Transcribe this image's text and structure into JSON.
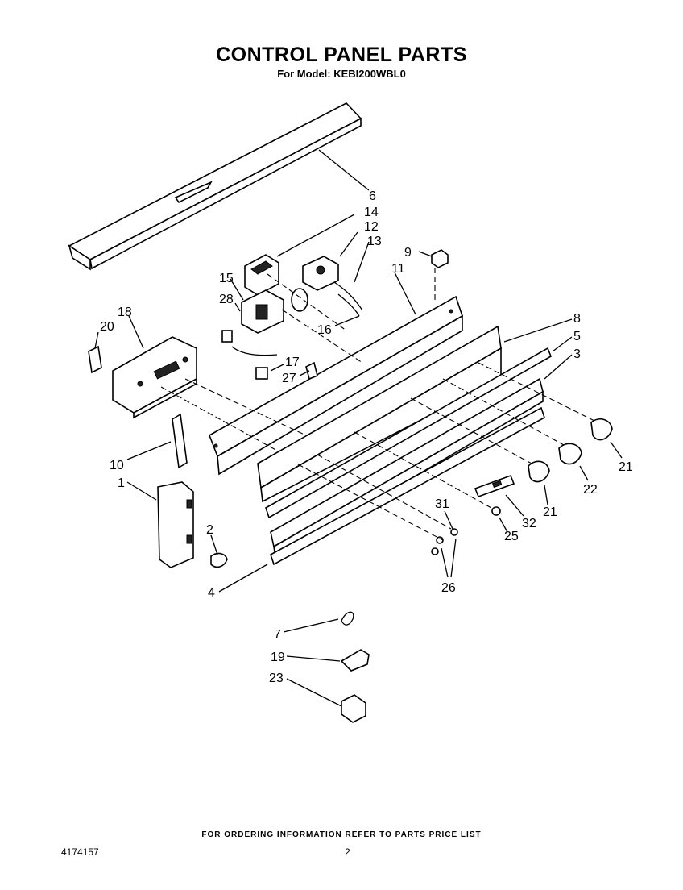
{
  "header": {
    "title": "CONTROL PANEL PARTS",
    "subtitle": "For Model: KEBI200WBL0"
  },
  "footer": {
    "ordering_note": "FOR ORDERING INFORMATION REFER TO PARTS PRICE LIST",
    "document_number": "4174157",
    "page_number": "2"
  },
  "callouts": [
    {
      "id": "c6",
      "label": "6"
    },
    {
      "id": "c14",
      "label": "14"
    },
    {
      "id": "c12",
      "label": "12"
    },
    {
      "id": "c13",
      "label": "13"
    },
    {
      "id": "c9",
      "label": "9"
    },
    {
      "id": "c11",
      "label": "11"
    },
    {
      "id": "c15",
      "label": "15"
    },
    {
      "id": "c28",
      "label": "28"
    },
    {
      "id": "c16",
      "label": "16"
    },
    {
      "id": "c18",
      "label": "18"
    },
    {
      "id": "c20",
      "label": "20"
    },
    {
      "id": "c17",
      "label": "17"
    },
    {
      "id": "c27",
      "label": "27"
    },
    {
      "id": "c8",
      "label": "8"
    },
    {
      "id": "c5",
      "label": "5"
    },
    {
      "id": "c3",
      "label": "3"
    },
    {
      "id": "c10",
      "label": "10"
    },
    {
      "id": "c1",
      "label": "1"
    },
    {
      "id": "c21a",
      "label": "21"
    },
    {
      "id": "c22",
      "label": "22"
    },
    {
      "id": "c21b",
      "label": "21"
    },
    {
      "id": "c32",
      "label": "32"
    },
    {
      "id": "c31",
      "label": "31"
    },
    {
      "id": "c25",
      "label": "25"
    },
    {
      "id": "c2",
      "label": "2"
    },
    {
      "id": "c26",
      "label": "26"
    },
    {
      "id": "c4",
      "label": "4"
    },
    {
      "id": "c7",
      "label": "7"
    },
    {
      "id": "c19",
      "label": "19"
    },
    {
      "id": "c23",
      "label": "23"
    }
  ]
}
